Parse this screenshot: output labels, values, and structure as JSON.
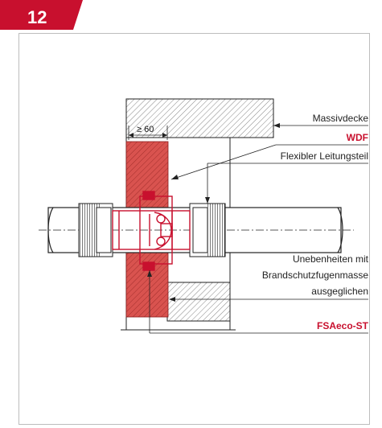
{
  "badge": {
    "number": "12",
    "color": "#c8102e"
  },
  "labels": {
    "massivdecke": "Massivdecke",
    "wdf": "WDF",
    "flexibler": "Flexibler Leitungsteil",
    "uneben_1": "Unebenheiten mit",
    "uneben_2": "Brandschutzfugenmasse",
    "uneben_3": "ausgeglichen",
    "fsaeco": "FSAeco-ST",
    "dimension": "≥ 60"
  },
  "colors": {
    "accent": "#c8102e",
    "wall": "#d9534f",
    "hatch": "#777777"
  }
}
